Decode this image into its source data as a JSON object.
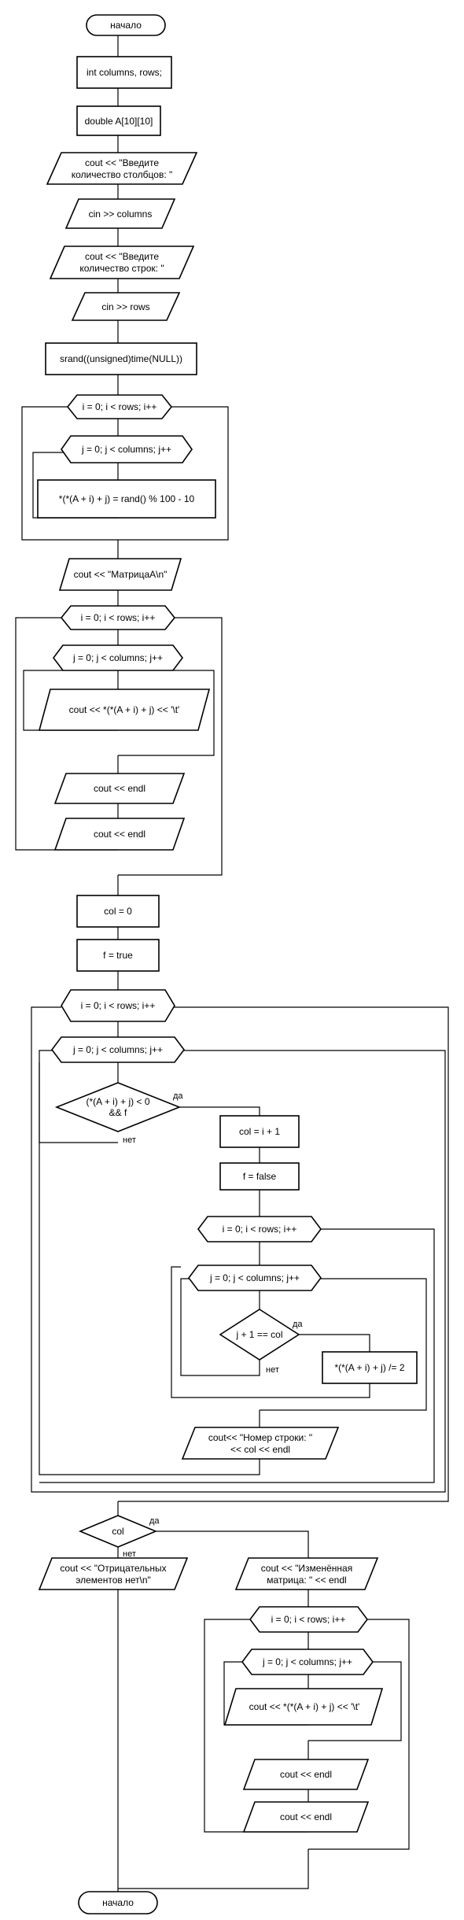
{
  "nodes": {
    "start": "начало",
    "decl_vars": "int columns, rows;",
    "decl_array": "double A[10][10]",
    "prompt_columns": [
      "cout << \"Введите",
      "количество столбцов: \""
    ],
    "input_columns": "cin >> columns",
    "prompt_rows": [
      "cout << \"Введите",
      "количество строк: \""
    ],
    "input_rows": "cin >> rows",
    "srand": "srand((unsigned)time(NULL))",
    "loop1_i": "i = 0; i < rows; i++",
    "loop1_j": "j = 0; j < columns; j++",
    "fill_elem": "*(*(A + i) + j) = rand() % 100 - 10",
    "print_title": "cout << \"МатрицаA\\n\"",
    "loop2_i": "i = 0; i < rows; i++",
    "loop2_j": "j = 0; j < columns; j++",
    "print_elem": "cout << *(*(A + i) + j) << '\\t'",
    "endl_a": "cout << endl",
    "endl_b": "cout << endl",
    "col_init": "col = 0",
    "f_init": "f = true",
    "loop3_i": "i = 0; i < rows; i++",
    "loop3_j": "j = 0; j < columns; j++",
    "cond_neg": [
      "(*(A + i) + j) < 0",
      "&& f"
    ],
    "col_set": "col = i + 1",
    "f_false": "f = false",
    "loop4_i": "i = 0; i < rows; i++",
    "loop4_j": "j = 0; j < columns; j++",
    "cond_col": "j + 1 == col",
    "div_elem": "*(*(A + i) + j) /= 2",
    "print_row": [
      "cout<< \"Номер строки: \"",
      "<< col << endl"
    ],
    "cond_final": "col",
    "no_negative": [
      "cout << \"Отрицательных",
      "элементов нет\\n\""
    ],
    "changed_title": [
      "cout << \"Изменённая",
      "матрица: \" << endl"
    ],
    "loop5_i": "i = 0; i < rows; i++",
    "loop5_j": "j = 0; j < columns; j++",
    "print_elem2": "cout << *(*(A + i) + j) << '\\t'",
    "endl_c": "cout << endl",
    "endl_d": "cout << endl",
    "end": "начало"
  },
  "labels": {
    "yes": "да",
    "no": "нет"
  }
}
